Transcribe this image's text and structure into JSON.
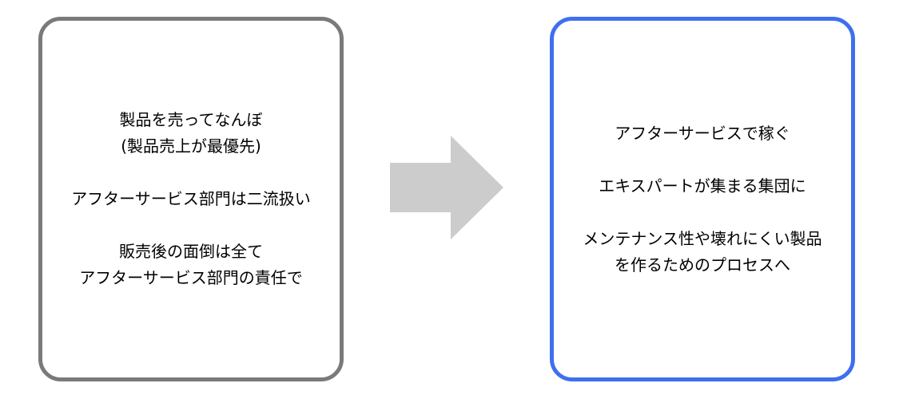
{
  "before": {
    "paragraphs": [
      [
        "製品を売ってなんぼ",
        "(製品売上が最優先)"
      ],
      [
        "アフターサービス部門は二流扱い"
      ],
      [
        "販売後の面倒は全て",
        "アフターサービス部門の責任で"
      ]
    ]
  },
  "after": {
    "paragraphs": [
      [
        "アフターサービスで稼ぐ"
      ],
      [
        "エキスパートが集まる集団に"
      ],
      [
        "メンテナンス性や壊れにくい製品",
        "を作るためのプロセスへ"
      ]
    ]
  },
  "colors": {
    "before_border": "#7a7a7a",
    "after_border": "#3f6ff0",
    "arrow_fill": "#cccccc"
  }
}
